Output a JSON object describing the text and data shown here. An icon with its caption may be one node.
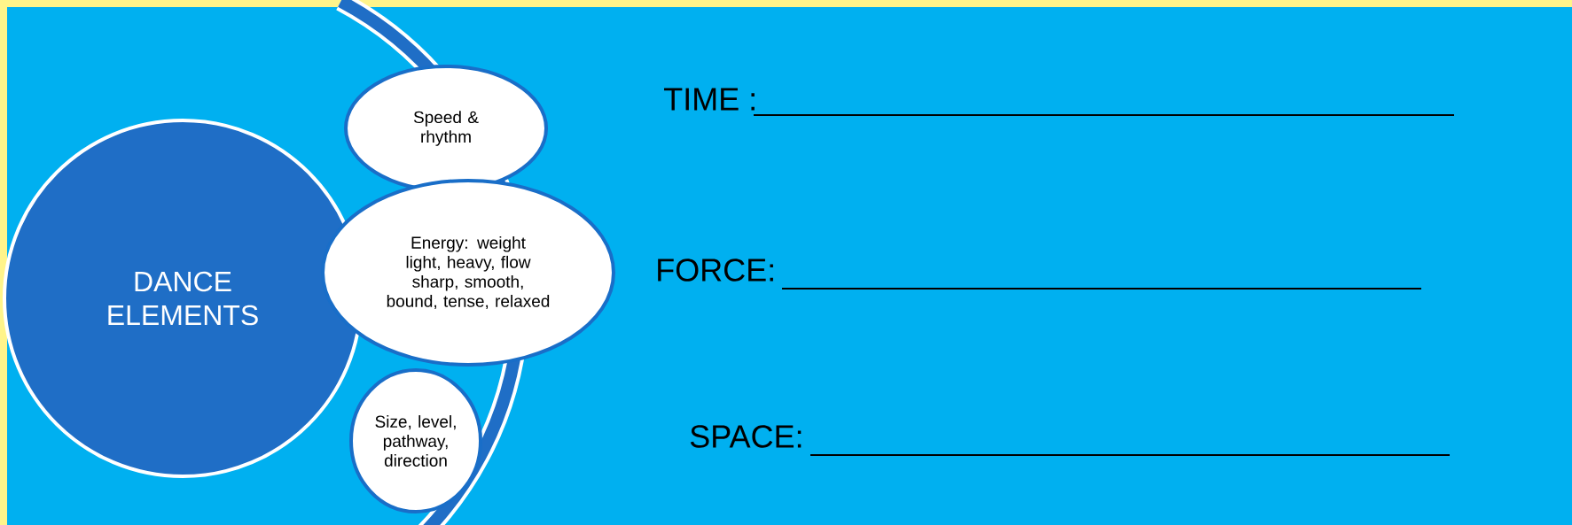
{
  "diagram": {
    "nodes": [
      {
        "text": [
          "DANCE ELEMENTS"
        ]
      },
      {
        "text": [
          "Speed & rhythm"
        ]
      },
      {
        "text": [
          "Energy: weight light, heavy, flow sharp, smooth, bound, tense, relaxed"
        ]
      },
      {
        "text": [
          "Size, level, pathway, direction"
        ]
      }
    ],
    "labels": [
      "TIME :",
      "FORCE:",
      "SPACE:"
    ]
  }
}
